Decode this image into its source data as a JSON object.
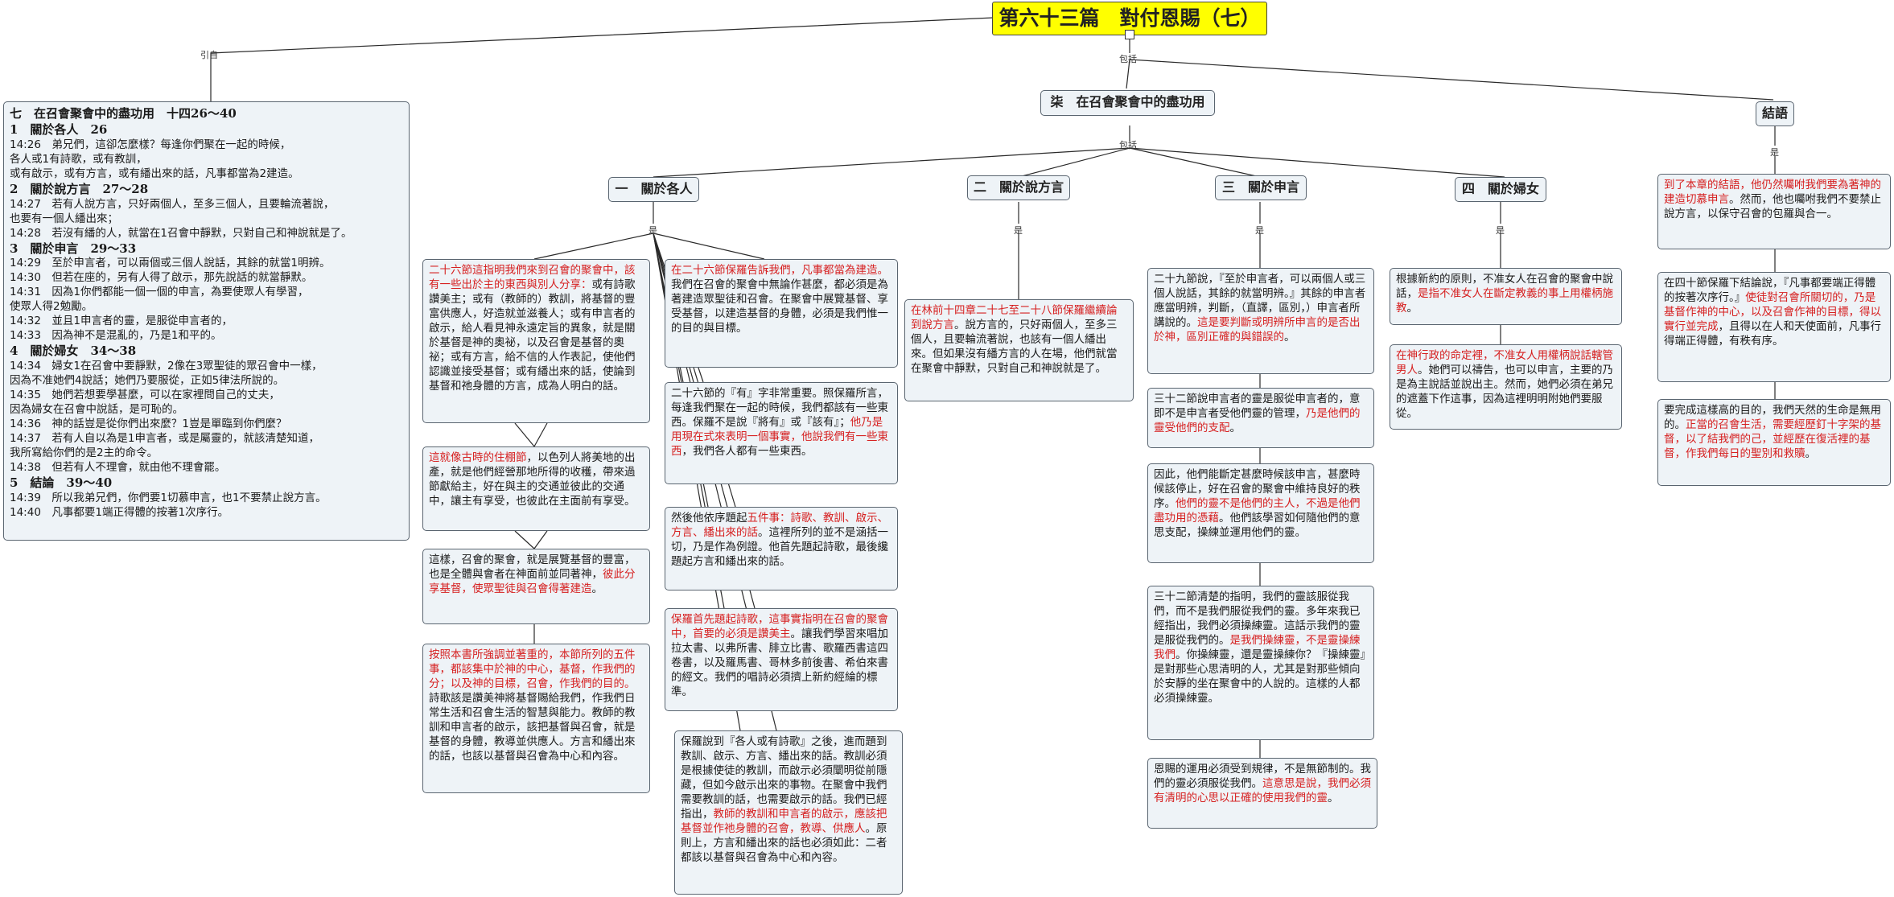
{
  "root": {
    "title": "第六十三篇　對付恩賜（七）"
  },
  "connectors": {
    "left": "引自",
    "right": "包括",
    "main": "包括",
    "col": "是",
    "conclusion": "是"
  },
  "intro": {
    "lines": [
      {
        "t": "七　在召會聚會中的盡功用　十四26～40",
        "h": true
      },
      {
        "t": "1　關於各人　26",
        "h": true
      },
      {
        "t": "14:26　弟兄們，這卻怎麼樣？每逢你們聚在一起的時候，"
      },
      {
        "t": "各人或1有詩歌，或有教訓，"
      },
      {
        "t": "或有啟示，或有方言，或有繙出來的話，凡事都當為2建造。"
      },
      {
        "t": "2　關於說方言　27～28",
        "h": true
      },
      {
        "t": "14:27　若有人說方言，只好兩個人，至多三個人，且要輪流著說，"
      },
      {
        "t": "也要有一個人繙出來；"
      },
      {
        "t": "14:28　若沒有繙的人，就當在1召會中靜默，只對自己和神說就是了。"
      },
      {
        "t": "3　關於申言　29～33",
        "h": true
      },
      {
        "t": "14:29　至於申言者，可以兩個或三個人說話，其餘的就當1明辨。"
      },
      {
        "t": "14:30　但若在座的，另有人得了啟示，那先說話的就當靜默。"
      },
      {
        "t": "14:31　因為1你們都能一個一個的申言，為要使眾人有學習，"
      },
      {
        "t": "使眾人得2勉勵。"
      },
      {
        "t": "14:32　並且1申言者的靈，是服從申言者的，"
      },
      {
        "t": "14:33　因為神不是混亂的，乃是1和平的。"
      },
      {
        "t": "4　關於婦女　34～38",
        "h": true
      },
      {
        "t": "14:34　婦女1在召會中要靜默，2像在3眾聖徒的眾召會中一樣，"
      },
      {
        "t": "因為不准她們4說話；她們乃要服從，正如5律法所說的。"
      },
      {
        "t": "14:35　她們若想要學甚麼，可以在家裡問自己的丈夫，"
      },
      {
        "t": "因為婦女在召會中說話，是可恥的。"
      },
      {
        "t": "14:36　神的話豈是從你們出來麼？1豈是單臨到你們麼？"
      },
      {
        "t": "14:37　若有人自以為是1申言者，或是屬靈的，就該清楚知道，"
      },
      {
        "t": "我所寫給你們的是2主的命令。"
      },
      {
        "t": "14:38　但若有人不理會，就由他不理會罷。"
      },
      {
        "t": "5　結論　39～40",
        "h": true
      },
      {
        "t": "14:39　所以我弟兄們，你們要1切慕申言，也1不要禁止說方言。"
      },
      {
        "t": "14:40　凡事都要1端正得體的按著1次序行。"
      }
    ]
  },
  "main": {
    "title": "柒　在召會聚會中的盡功用",
    "sections": [
      {
        "title": "一　關於各人"
      },
      {
        "title": "二　關於說方言"
      },
      {
        "title": "三　關於申言"
      },
      {
        "title": "四　關於婦女"
      }
    ]
  },
  "conclusion": {
    "title": "結語"
  },
  "notes": {
    "a1": [
      {
        "t": "二十六節這指明我們來到召會的聚會中，該有一些出於主的東西與別人分享：",
        "r": true
      },
      {
        "t": "或有詩歌讚美主；或有（教師的）教訓，將基督的豐富供應人，好造就並滋養人；或有申言者的啟示，給人看見神永遠定旨的異象，就是關於基督是神的奧祕，以及召會是基督的奧祕；或有方言，給不信的人作表記，使他們認識並接受基督；或有繙出來的話，使論到基督和祂身體的方言，成為人明白的話。"
      }
    ],
    "a2": [
      {
        "t": "這就像古時的住棚節",
        "r": true
      },
      {
        "t": "，以色列人將美地的出產，就是他們經營那地所得的收穫，帶來過節獻給主，好在與主的交通並彼此的交通中，讓主有享受，也彼此在主面前有享受。"
      }
    ],
    "a3": [
      {
        "t": "這樣，召會的聚會，就是展覽基督的豐富，也是全體與會者在神面前並同著神，"
      },
      {
        "t": "彼此分享基督，使眾聖徒與召會得著建造",
        "r": true
      },
      {
        "t": "。"
      }
    ],
    "a4": [
      {
        "t": "按照本書所強調並著重的，本節所列的五件事，都該集中於神的中心，基督，作我們的分；以及神的目標，召會，作我們的目的。",
        "r": true
      },
      {
        "t": "詩歌該是讚美神將基督賜給我們，作我們日常生活和召會生活的智慧與能力。教師的教訓和申言者的啟示，該把基督與召會，就是基督的身體，教導並供應人。方言和繙出來的話，也該以基督與召會為中心和內容。"
      }
    ],
    "b1": [
      {
        "t": "在二十六節保羅告訴我們，凡事都當為建造。",
        "r": true
      },
      {
        "t": "我們在召會的聚會中無論作甚麼，都必須是為著建造眾聖徒和召會。在聚會中展覽基督、享受基督，以建造基督的身體，必須是我們惟一的目的與目標。"
      }
    ],
    "b2": [
      {
        "t": "二十六節的『有』字非常重要。照保羅所言，每逢我們聚在一起的時候，我們都該有一些東西。保羅不是說『將有』或『該有』；"
      },
      {
        "t": "他乃是用現在式來表明一個事實，他說我們有一些東西",
        "r": true
      },
      {
        "t": "，我們各人都有一些東西。"
      }
    ],
    "b3": [
      {
        "t": "然後他依序題起"
      },
      {
        "t": "五件事：詩歌、教訓、啟示、方言、繙出來的話",
        "r": true
      },
      {
        "t": "。這裡所列的並不是涵括一切，乃是作為例證。他首先題起詩歌，最後纔題起方言和繙出來的話。"
      }
    ],
    "b4": [
      {
        "t": "保羅首先題起詩歌，這事實指明在召會的聚會中，首要的必須是讚美主",
        "r": true
      },
      {
        "t": "。讓我們學習來唱加拉太書、以弗所書、腓立比書、歌羅西書這四卷書，以及羅馬書、哥林多前後書、希伯來書的經文。我們的唱詩必須擠上新約經綸的標準。"
      }
    ],
    "b5": [
      {
        "t": "保羅說到『各人或有詩歌』之後，進而題到教訓、啟示、方言、繙出來的話。教訓必須是根據使徒的教訓，而啟示必須闡明從前隱藏，但如今啟示出來的事物。在聚會中我們需要教訓的話，也需要啟示的話。我們已經指出，"
      },
      {
        "t": "教師的教訓和申言者的啟示，應該把基督並作祂身體的召會，教導、供應人",
        "r": true
      },
      {
        "t": "。原則上，方言和繙出來的話也必須如此：二者都該以基督與召會為中心和內容。"
      }
    ],
    "c1": [
      {
        "t": "在林前十四章二十七至二十八節保羅繼續論到說方言",
        "r": true
      },
      {
        "t": "。說方言的，只好兩個人，至多三個人，且要輪流著說，也該有一個人繙出來。但如果沒有繙方言的人在場，他們就當在聚會中靜默，只對自己和神說就是了。"
      }
    ],
    "d1": [
      {
        "t": "二十九節說，『至於申言者，可以兩個人或三個人說話，其餘的就當明辨。』其餘的申言者應當明辨，判斷，（直譯，區別，）申言者所講說的。"
      },
      {
        "t": "這是要判斷或明辨所申言的是否出於神，區別正確的與錯誤的",
        "r": true
      },
      {
        "t": "。"
      }
    ],
    "d2": [
      {
        "t": "三十二節說申言者的靈是服從申言者的，意即不是申言者受他們靈的管理，"
      },
      {
        "t": "乃是他們的靈受他們的支配",
        "r": true
      },
      {
        "t": "。"
      }
    ],
    "d3": [
      {
        "t": "因此，他們能斷定甚麼時候該申言，甚麼時候該停止，好在召會的聚會中維持良好的秩序。"
      },
      {
        "t": "他們的靈不是他們的主人，不過是他們盡功用的憑藉",
        "r": true
      },
      {
        "t": "。他們該學習如何隨他們的意思支配，操練並運用他們的靈。"
      }
    ],
    "d4": [
      {
        "t": "三十二節清楚的指明，我們的靈該服從我們，而不是我們服從我們的靈。多年來我已經指出，我們必須操練靈。這話示我們的靈是服從我們的。"
      },
      {
        "t": "是我們操練靈，不是靈操練我們",
        "r": true
      },
      {
        "t": "。你操練靈，還是靈操練你？『操練靈』是對那些心思清明的人，尤其是對那些傾向於安靜的坐在聚會中的人說的。這樣的人都必須操練靈。"
      }
    ],
    "d5": [
      {
        "t": "恩賜的運用必須受到規律，不是無節制的。我們的靈必須服從我們。"
      },
      {
        "t": "這意思是說，我們必須有清明的心思以正確的使用我們的靈",
        "r": true
      },
      {
        "t": "。"
      }
    ],
    "e1": [
      {
        "t": "根據新約的原則，不准女人在召會的聚會中說話，"
      },
      {
        "t": "是指不准女人在斷定教義的事上用權柄施教",
        "r": true
      },
      {
        "t": "。"
      }
    ],
    "e2": [
      {
        "t": "在神行政的命定裡，不准女人用權柄說話轄管男人",
        "r": true
      },
      {
        "t": "。她們可以禱告，也可以申言，主要的乃是為主說話並說出主。然而，她們必須在弟兄的遮蓋下作這事，因為這裡明明附她們要服從。"
      }
    ],
    "f1": [
      {
        "t": "到了本章的結語，他仍然囑咐我們要為著神的建造切慕申言",
        "r": true
      },
      {
        "t": "。然而，他也囑咐我們不要禁止說方言，以保守召會的包羅與合一。"
      }
    ],
    "f2": [
      {
        "t": "在四十節保羅下結論說，『凡事都要端正得體的按著次序行。』"
      },
      {
        "t": "使徒對召會所關切的，乃是基督作神的中心，以及召會作神的目標，得以實行並完成",
        "r": true
      },
      {
        "t": "，且得以在人和天使面前，凡事行得端正得體，有秩有序。"
      }
    ],
    "f3": [
      {
        "t": "要完成這樣高的目的，我們天然的生命是無用的。"
      },
      {
        "t": "正當的召會生活，需要經歷釘十字架的基督，以了結我們的己，並經歷在復活裡的基督，作我們每日的聖別和救贖",
        "r": true
      },
      {
        "t": "。"
      }
    ]
  }
}
